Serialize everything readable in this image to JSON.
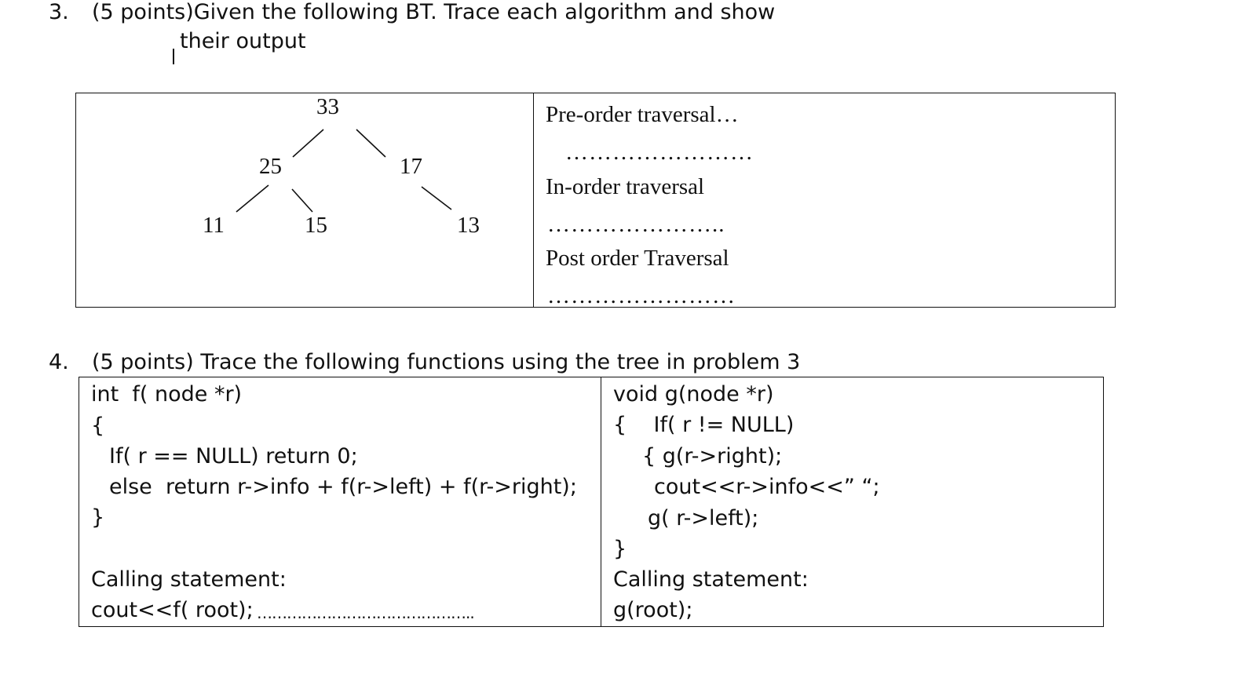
{
  "q3": {
    "number": "3.",
    "text_line1": "(5 points)Given the following BT. Trace each algorithm and show",
    "text_line2": "their output"
  },
  "tree": {
    "nodes": {
      "root": "33",
      "left": "25",
      "right": "17",
      "left_left": "11",
      "left_right": "15",
      "right_right": "13"
    }
  },
  "traversals": {
    "pre_label": "Pre-order traversal…",
    "pre_blank": "……………………",
    "in_label": "In-order traversal",
    "in_blank": "…………………..",
    "post_label": "Post order Traversal",
    "post_blank": "……………………"
  },
  "q4": {
    "number": "4.",
    "text": "(5 points) Trace the following functions using the tree in problem 3"
  },
  "code_f": {
    "lines": [
      "int  f( node *r)",
      "{",
      "If( r == NULL) return 0;",
      "else  return r->info + f(r->left) + f(r->right);",
      "}"
    ],
    "calling_label": "Calling statement:",
    "calling_stmt": "cout<<f( root);",
    "answer_blank": "…………………………………….."
  },
  "code_g": {
    "lines": [
      "void g(node *r)",
      "{    If( r != NULL)",
      "{ g(r->right);",
      "cout<<r->info<<” “;",
      "g( r->left);",
      "}"
    ],
    "calling_label": "Calling statement:",
    "calling_stmt": "g(root);"
  }
}
